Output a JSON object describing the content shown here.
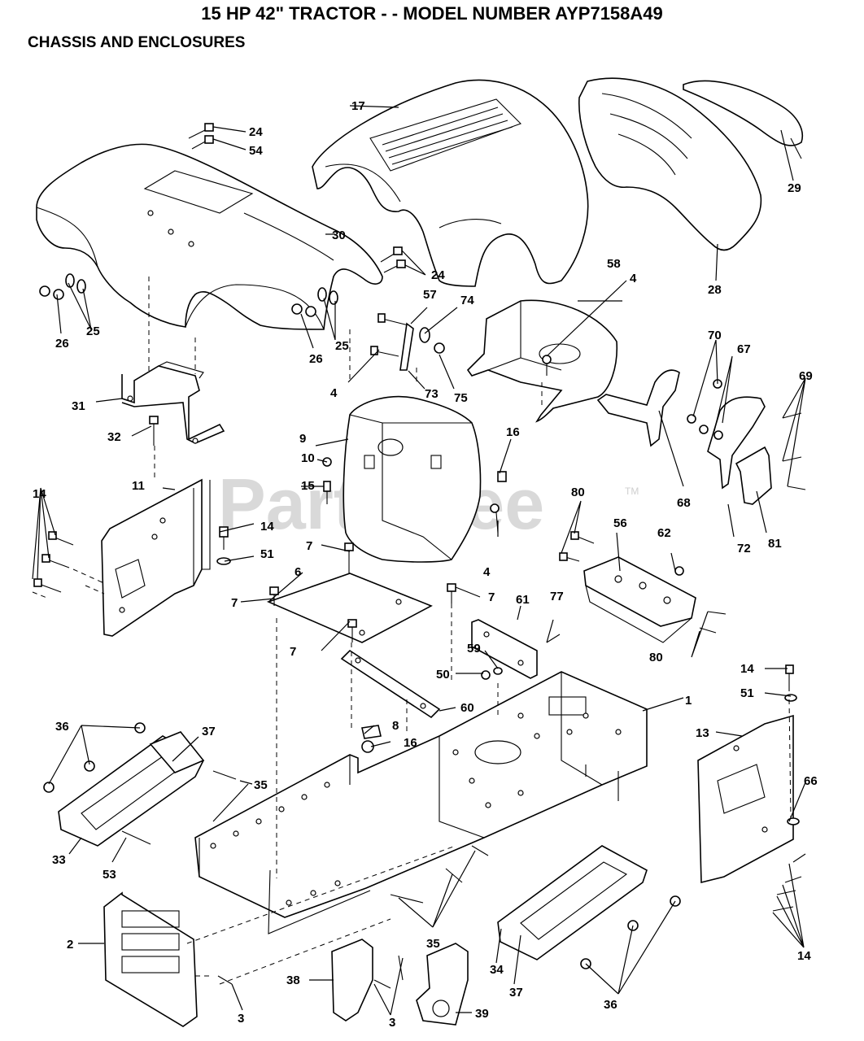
{
  "header": {
    "title": "15 HP 42\" TRACTOR - - MODEL NUMBER AYP7158A49",
    "subtitle": "CHASSIS AND ENCLOSURES"
  },
  "watermark": {
    "text": "PartsTree",
    "trademark": "TM"
  },
  "callouts": [
    {
      "id": "c1",
      "label": "24"
    },
    {
      "id": "c2",
      "label": "54"
    },
    {
      "id": "c3",
      "label": "17"
    },
    {
      "id": "c4",
      "label": "29"
    },
    {
      "id": "c5",
      "label": "30"
    },
    {
      "id": "c6",
      "label": "24"
    },
    {
      "id": "c7",
      "label": "28"
    },
    {
      "id": "c8",
      "label": "58"
    },
    {
      "id": "c9",
      "label": "4"
    },
    {
      "id": "c10",
      "label": "57"
    },
    {
      "id": "c11",
      "label": "74"
    },
    {
      "id": "c12",
      "label": "25"
    },
    {
      "id": "c13",
      "label": "26"
    },
    {
      "id": "c14",
      "label": "26"
    },
    {
      "id": "c15",
      "label": "25"
    },
    {
      "id": "c16",
      "label": "4"
    },
    {
      "id": "c17",
      "label": "73"
    },
    {
      "id": "c18",
      "label": "75"
    },
    {
      "id": "c19",
      "label": "70"
    },
    {
      "id": "c20",
      "label": "67"
    },
    {
      "id": "c21",
      "label": "69"
    },
    {
      "id": "c22",
      "label": "31"
    },
    {
      "id": "c23",
      "label": "32"
    },
    {
      "id": "c24",
      "label": "9"
    },
    {
      "id": "c25",
      "label": "16"
    },
    {
      "id": "c26",
      "label": "10"
    },
    {
      "id": "c27",
      "label": "11"
    },
    {
      "id": "c28",
      "label": "15"
    },
    {
      "id": "c29",
      "label": "14"
    },
    {
      "id": "c30",
      "label": "14"
    },
    {
      "id": "c31",
      "label": "68"
    },
    {
      "id": "c32",
      "label": "80"
    },
    {
      "id": "c33",
      "label": "56"
    },
    {
      "id": "c34",
      "label": "62"
    },
    {
      "id": "c35",
      "label": "4"
    },
    {
      "id": "c36",
      "label": "72"
    },
    {
      "id": "c37",
      "label": "81"
    },
    {
      "id": "c38",
      "label": "7"
    },
    {
      "id": "c39",
      "label": "51"
    },
    {
      "id": "c40",
      "label": "6"
    },
    {
      "id": "c41",
      "label": "7"
    },
    {
      "id": "c42",
      "label": "7"
    },
    {
      "id": "c43",
      "label": "61"
    },
    {
      "id": "c44",
      "label": "77"
    },
    {
      "id": "c45",
      "label": "7"
    },
    {
      "id": "c46",
      "label": "59"
    },
    {
      "id": "c47",
      "label": "50"
    },
    {
      "id": "c48",
      "label": "80"
    },
    {
      "id": "c49",
      "label": "14"
    },
    {
      "id": "c50",
      "label": "51"
    },
    {
      "id": "c51",
      "label": "1"
    },
    {
      "id": "c52",
      "label": "60"
    },
    {
      "id": "c53",
      "label": "36"
    },
    {
      "id": "c54",
      "label": "37"
    },
    {
      "id": "c55",
      "label": "8"
    },
    {
      "id": "c56",
      "label": "16"
    },
    {
      "id": "c57",
      "label": "13"
    },
    {
      "id": "c58",
      "label": "35"
    },
    {
      "id": "c59",
      "label": "66"
    },
    {
      "id": "c60",
      "label": "33"
    },
    {
      "id": "c61",
      "label": "53"
    },
    {
      "id": "c62",
      "label": "2"
    },
    {
      "id": "c63",
      "label": "35"
    },
    {
      "id": "c64",
      "label": "14"
    },
    {
      "id": "c65",
      "label": "34"
    },
    {
      "id": "c66",
      "label": "38"
    },
    {
      "id": "c67",
      "label": "3"
    },
    {
      "id": "c68",
      "label": "3"
    },
    {
      "id": "c69",
      "label": "39"
    },
    {
      "id": "c70",
      "label": "37"
    },
    {
      "id": "c71",
      "label": "36"
    }
  ]
}
